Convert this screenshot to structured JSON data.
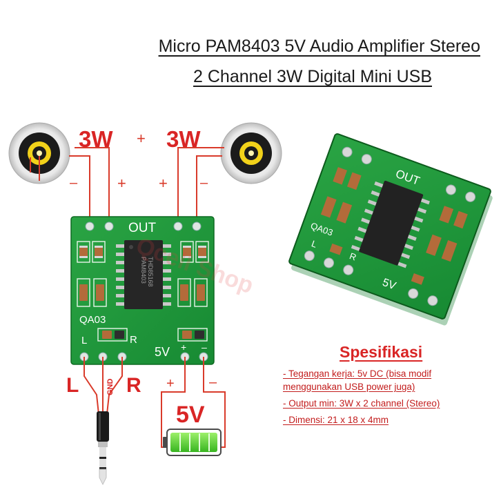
{
  "title_line1": "Micro PAM8403 5V Audio Amplifier Stereo",
  "title_line2": "2 Channel 3W Digital Mini USB",
  "diagram": {
    "power_left": "3W",
    "power_right": "3W",
    "plus_center": "+",
    "minus_left": "–",
    "plus_left": "+",
    "plus_right": "+",
    "minus_right": "–",
    "board_out": "OUT",
    "board_qa03": "QA03",
    "board_l": "L",
    "board_r": "R",
    "board_5v": "5V",
    "board_plus": "+",
    "board_minus": "–",
    "chip_text1": "PAM8403",
    "chip_text2": "THD85168",
    "input_l": "L",
    "input_gnd": "GND",
    "input_r": "R",
    "supply_plus": "+",
    "supply_minus": "–",
    "supply_label": "5V"
  },
  "photo": {
    "out": "OUT",
    "qa03": "QA03",
    "l": "L",
    "r": "R",
    "v5": "5V",
    "watermark": "Qcell Shop"
  },
  "spec": {
    "heading": "Spesifikasi",
    "line1a": "- Tegangan kerja: 5v DC (bisa modif",
    "line1b": "menggunakan USB power juga)",
    "line2": "- Output min: 3W x 2 channel (Stereo)",
    "line3": "- Dimensi: 21 x 18 x 4mm"
  },
  "colors": {
    "pcb": "#1f9a3a",
    "wire": "#d93a2a",
    "label_red": "#d92525",
    "battery": "#5fd43a"
  }
}
